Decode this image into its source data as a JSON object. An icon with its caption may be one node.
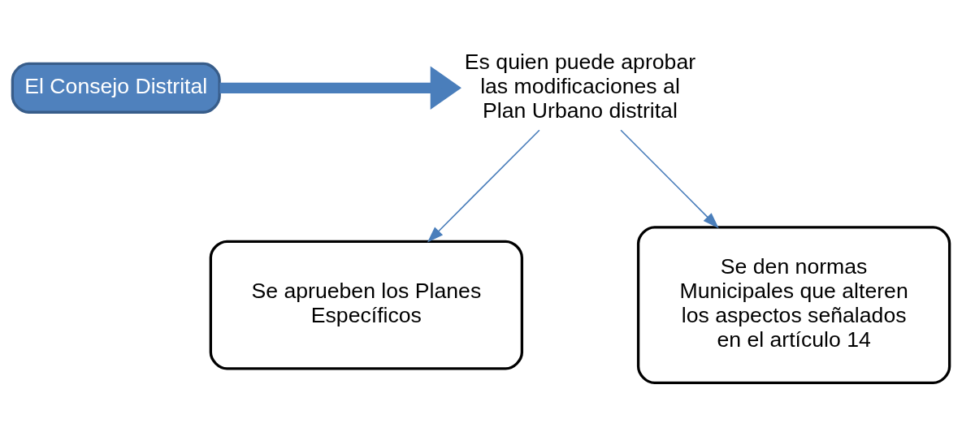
{
  "diagram": {
    "nodes": [
      {
        "text": [
          "El Consejo Distrital"
        ]
      },
      {
        "text": [
          "Es quien puede aprobar las modificaciones al Plan Urbano distrital"
        ]
      },
      {
        "text": [
          "Se aprueben los Planes Específicos"
        ]
      },
      {
        "text": [
          "Se den normas Municipales que alteren los aspectos señalados en el artículo 14"
        ]
      }
    ],
    "edges": [
      {
        "from": 0,
        "to": 1,
        "arrow": "to",
        "style": "thick"
      },
      {
        "from": 1,
        "to": 2,
        "arrow": "to"
      },
      {
        "from": 1,
        "to": 3,
        "arrow": "to"
      }
    ]
  }
}
